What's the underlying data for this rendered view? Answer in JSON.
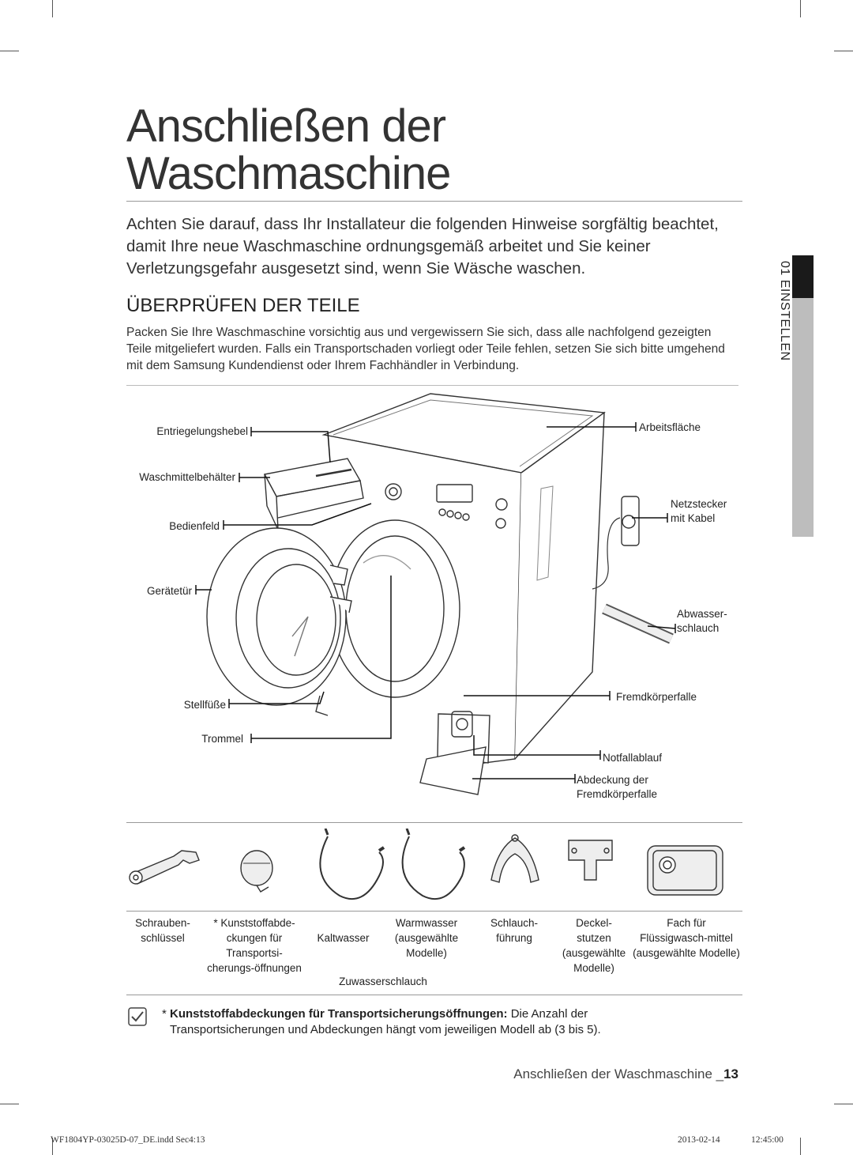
{
  "page": {
    "title_line1": "Anschließen der",
    "title_line2": "Waschmaschine",
    "intro": "Achten Sie darauf, dass Ihr Installateur die folgenden Hinweise sorgfältig beachtet, damit Ihre neue Waschmaschine ordnungsgemäß arbeitet und Sie keiner Verletzungsgefahr ausgesetzt sind, wenn Sie Wäsche waschen.",
    "section_heading": "ÜBERPRÜFEN DER TEILE",
    "section_text": "Packen Sie Ihre Waschmaschine vorsichtig aus und vergewissern Sie sich, dass alle nachfolgend gezeigten Teile mitgeliefert wurden. Falls ein Transportschaden vorliegt oder Teile fehlen, setzen Sie sich bitte umgehend mit dem Samsung Kundendienst oder Ihrem Fachhändler in Verbindung.",
    "side_tab": "01 EINSTELLEN"
  },
  "diagram_labels": {
    "release_lever": "Entriegelungshebel",
    "detergent_drawer": "Waschmittelbehälter",
    "control_panel": "Bedienfeld",
    "door": "Gerätetür",
    "feet": "Stellfüße",
    "drum": "Trommel",
    "worktop": "Arbeitsfläche",
    "plug_line1": "Netzstecker",
    "plug_line2": "mit Kabel",
    "drain_hose_line1": "Abwasser-",
    "drain_hose_line2": "schlauch",
    "filter": "Fremdkörperfalle",
    "emergency_drain": "Notfallablauf",
    "filter_cover_line1": "Abdeckung der",
    "filter_cover_line2": "Fremdkörperfalle"
  },
  "parts": {
    "spanner": [
      "Schrauben-",
      "schlüssel"
    ],
    "caps": [
      "* Kunststoffabde-",
      "ckungen für",
      "Transportsi-",
      "cherungs-öffnungen"
    ],
    "cold_hose": [
      "Kaltwasser"
    ],
    "warm_hose": [
      "Warmwasser",
      "(ausgewählte",
      "Modelle)"
    ],
    "water_hose_label": "Zuwasserschlauch",
    "hose_guide": [
      "Schlauch-",
      "führung"
    ],
    "cover_cap": [
      "Deckel-",
      "stutzen",
      "(ausgewählte",
      "Modelle)"
    ],
    "liquid_compartment": [
      "Fach für",
      "Flüssigwasch-mittel",
      "(ausgewählte Modelle)"
    ]
  },
  "note": {
    "bold": "Kunststoffabdeckungen für Transportsicherungsöffnungen:",
    "rest1": " Die Anzahl der",
    "line2": "Transportsicherungen und Abdeckungen hängt vom jeweiligen Modell ab (3 bis 5)."
  },
  "footer": {
    "label": "Anschließen der Waschmaschine _",
    "page_no": "13"
  },
  "imprint": {
    "file": "WF1804YP-03025D-07_DE.indd   Sec4:13",
    "date": "2013-02-14",
    "time": "12:45:00"
  }
}
